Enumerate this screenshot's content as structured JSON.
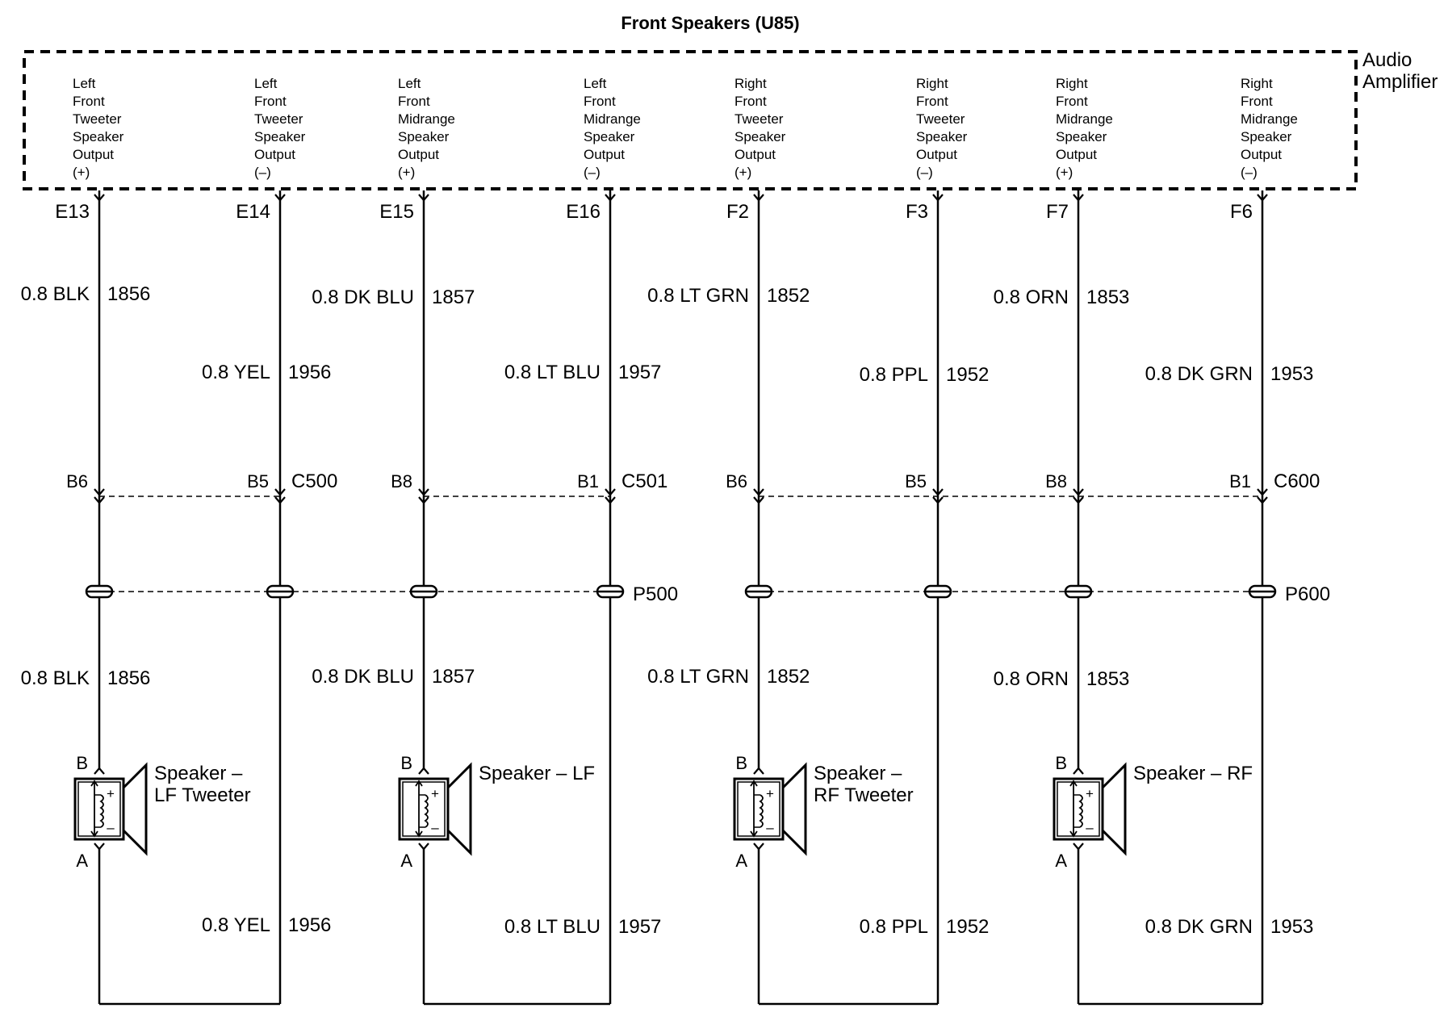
{
  "title": "Front Speakers (U85)",
  "amplifier": {
    "label_line1": "Audio",
    "label_line2": "Amplifier"
  },
  "outputs": [
    {
      "lines": [
        "Left",
        "Front",
        "Tweeter",
        "Speaker",
        "Output",
        "(+)"
      ],
      "terminal": "E13"
    },
    {
      "lines": [
        "Left",
        "Front",
        "Tweeter",
        "Speaker",
        "Output",
        "(–)"
      ],
      "terminal": "E14"
    },
    {
      "lines": [
        "Left",
        "Front",
        "Midrange",
        "Speaker",
        "Output",
        "(+)"
      ],
      "terminal": "E15"
    },
    {
      "lines": [
        "Left",
        "Front",
        "Midrange",
        "Speaker",
        "Output",
        "(–)"
      ],
      "terminal": "E16"
    },
    {
      "lines": [
        "Right",
        "Front",
        "Tweeter",
        "Speaker",
        "Output",
        "(+)"
      ],
      "terminal": "F2"
    },
    {
      "lines": [
        "Right",
        "Front",
        "Tweeter",
        "Speaker",
        "Output",
        "(–)"
      ],
      "terminal": "F3"
    },
    {
      "lines": [
        "Right",
        "Front",
        "Midrange",
        "Speaker",
        "Output",
        "(+)"
      ],
      "terminal": "F7"
    },
    {
      "lines": [
        "Right",
        "Front",
        "Midrange",
        "Speaker",
        "Output",
        "(–)"
      ],
      "terminal": "F6"
    }
  ],
  "upper_wires": [
    {
      "label": "0.8 BLK",
      "circuit": "1856"
    },
    {
      "label": "0.8 YEL",
      "circuit": "1956"
    },
    {
      "label": "0.8 DK BLU",
      "circuit": "1857"
    },
    {
      "label": "0.8 LT BLU",
      "circuit": "1957"
    },
    {
      "label": "0.8 LT GRN",
      "circuit": "1852"
    },
    {
      "label": "0.8 PPL",
      "circuit": "1952"
    },
    {
      "label": "0.8 ORN",
      "circuit": "1853"
    },
    {
      "label": "0.8 DK GRN",
      "circuit": "1953"
    }
  ],
  "connector_pins": [
    "B6",
    "B5",
    "B8",
    "B1",
    "B6",
    "B5",
    "B8",
    "B1"
  ],
  "connectors": [
    "C500",
    "C501",
    "C600"
  ],
  "splices": [
    "P500",
    "P600"
  ],
  "lower_wires": [
    {
      "label": "0.8 BLK",
      "circuit": "1856"
    },
    {
      "label": "0.8 DK BLU",
      "circuit": "1857"
    },
    {
      "label": "0.8 LT GRN",
      "circuit": "1852"
    },
    {
      "label": "0.8 ORN",
      "circuit": "1853"
    }
  ],
  "return_wires": [
    {
      "label": "0.8 YEL",
      "circuit": "1956"
    },
    {
      "label": "0.8 LT BLU",
      "circuit": "1957"
    },
    {
      "label": "0.8 PPL",
      "circuit": "1952"
    },
    {
      "label": "0.8 DK GRN",
      "circuit": "1953"
    }
  ],
  "speakers": [
    {
      "name_line1": "Speaker –",
      "name_line2": "LF Tweeter",
      "pin_b": "B",
      "pin_a": "A",
      "plus": "+",
      "minus": "–"
    },
    {
      "name_line1": "Speaker – LF",
      "name_line2": "",
      "pin_b": "B",
      "pin_a": "A",
      "plus": "+",
      "minus": "–"
    },
    {
      "name_line1": "Speaker –",
      "name_line2": "RF Tweeter",
      "pin_b": "B",
      "pin_a": "A",
      "plus": "+",
      "minus": "–"
    },
    {
      "name_line1": "Speaker – RF",
      "name_line2": "",
      "pin_b": "B",
      "pin_a": "A",
      "plus": "+",
      "minus": "–"
    }
  ]
}
